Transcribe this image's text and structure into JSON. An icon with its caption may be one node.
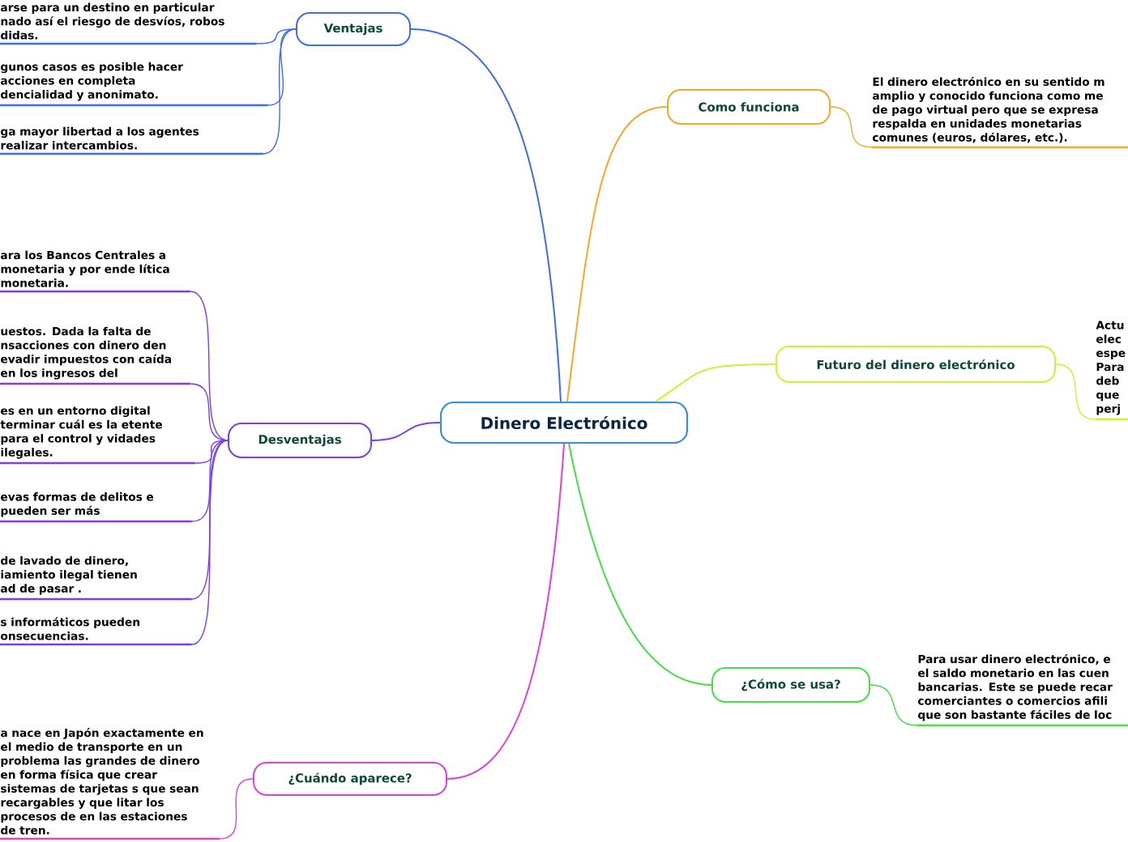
{
  "diagram": {
    "nodes": [
      {
        "text": [
          "Dinero Electrónico"
        ]
      },
      {
        "text": [
          "Ventajas"
        ]
      },
      {
        "text": [
          "arse para un destino en particular nado así el riesgo de desvíos, robos didas."
        ]
      },
      {
        "text": [
          "gunos casos es posible hacer acciones en completa dencialidad y anonimato."
        ]
      },
      {
        "text": [
          "ga mayor libertad a los agentes realizar intercambios."
        ]
      },
      {
        "text": [
          "Desventajas"
        ]
      },
      {
        "text": [
          "ara los Bancos Centrales a monetaria y por ende lítica monetaria."
        ]
      },
      {
        "text": [
          "uestos. Dada la falta de nsacciones con dinero den evadir impuestos con caída en los ingresos del"
        ]
      },
      {
        "text": [
          "es en un entorno digital terminar cuál es la etente para el control y vidades ilegales."
        ]
      },
      {
        "text": [
          "evas formas de delitos e pueden ser más"
        ]
      },
      {
        "text": [
          "de lavado de dinero, iamiento ilegal tienen ad de pasar ."
        ]
      },
      {
        "text": [
          "s informáticos pueden onsecuencias."
        ]
      },
      {
        "text": [
          "¿Cuándo aparece?"
        ]
      },
      {
        "text": [
          "a nace en Japón exactamente en el medio de transporte en un problema las grandes de dinero en forma física que crear sistemas de tarjetas s que sean recargables y que litar los procesos de en las estaciones de tren."
        ]
      },
      {
        "text": [
          "Como funciona"
        ]
      },
      {
        "text": [
          "El dinero electrónico en su sentido m amplio y conocido funciona como me de pago virtual pero que se expresa respalda en unidades monetarias comunes (euros, dólares, etc.)."
        ]
      },
      {
        "text": [
          "Futuro del dinero electrónico"
        ]
      },
      {
        "text": [
          "Actu elec espe Para deb que perj"
        ]
      },
      {
        "text": [
          "¿Cómo se usa?"
        ]
      },
      {
        "text": [
          "Para usar dinero electrónico, e el saldo monetario en las cuen bancarias. Este se puede recar comerciantes o comercios afili que son bastante fáciles de loc"
        ]
      }
    ],
    "edges": [
      {
        "from": 0,
        "to": 1,
        "arrow": "none",
        "color": "#3f6cf0"
      },
      {
        "from": 1,
        "to": 2,
        "arrow": "none",
        "color": "#3f6cf0"
      },
      {
        "from": 1,
        "to": 3,
        "arrow": "none",
        "color": "#3f6cf0"
      },
      {
        "from": 1,
        "to": 4,
        "arrow": "none",
        "color": "#3f6cf0"
      },
      {
        "from": 0,
        "to": 5,
        "arrow": "none",
        "color": "#7b3cf5"
      },
      {
        "from": 5,
        "to": 6,
        "arrow": "none",
        "color": "#7b3cf5"
      },
      {
        "from": 5,
        "to": 7,
        "arrow": "none",
        "color": "#7b3cf5"
      },
      {
        "from": 5,
        "to": 8,
        "arrow": "none",
        "color": "#7b3cf5"
      },
      {
        "from": 5,
        "to": 9,
        "arrow": "none",
        "color": "#7b3cf5"
      },
      {
        "from": 5,
        "to": 10,
        "arrow": "none",
        "color": "#7b3cf5"
      },
      {
        "from": 5,
        "to": 11,
        "arrow": "none",
        "color": "#7b3cf5"
      },
      {
        "from": 0,
        "to": 12,
        "arrow": "none",
        "color": "#e040e0"
      },
      {
        "from": 12,
        "to": 13,
        "arrow": "none",
        "color": "#e040e0"
      },
      {
        "from": 0,
        "to": 14,
        "arrow": "none",
        "color": "#ffa526"
      },
      {
        "from": 14,
        "to": 15,
        "arrow": "none",
        "color": "#ffa526"
      },
      {
        "from": 0,
        "to": 16,
        "arrow": "none",
        "color": "#d6ee2e"
      },
      {
        "from": 16,
        "to": 17,
        "arrow": "none",
        "color": "#d6ee2e"
      },
      {
        "from": 0,
        "to": 18,
        "arrow": "none",
        "color": "#44e044"
      },
      {
        "from": 18,
        "to": 19,
        "arrow": "none",
        "color": "#44e044"
      }
    ]
  }
}
